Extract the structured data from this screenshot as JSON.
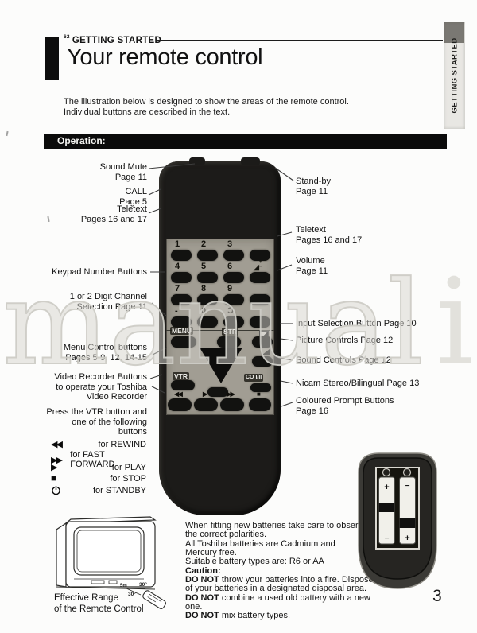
{
  "header": {
    "section_sup": "62",
    "section": "GETTING STARTED",
    "title": "Your remote control",
    "side_tab": "GETTING STARTED",
    "intro": [
      "The illustration below is designed to show the areas of the remote control.",
      "Individual buttons are described in the text."
    ],
    "operation_label": "Operation:"
  },
  "watermark": {
    "word": "manual",
    "tail": "i"
  },
  "remote": {
    "digit_rows": [
      [
        "1",
        "2",
        "3"
      ],
      [
        "4",
        "5",
        "6"
      ],
      [
        "7",
        "8",
        "9"
      ],
      [
        "-",
        "0",
        "Ɔ"
      ]
    ],
    "volume_icon": "◢",
    "volume_plus": "+",
    "volume_minus": "−",
    "menu_label": "MENU",
    "str_label": "STR",
    "vtr_label": "VTR",
    "nicam_label": "CO I/II",
    "transport_symbols": [
      "◀◀",
      "▶",
      "▶▶",
      "■"
    ]
  },
  "left_labels": [
    {
      "lines": [
        "Sound Mute",
        "Page 11"
      ]
    },
    {
      "lines": [
        "CALL",
        "Page 5"
      ]
    },
    {
      "lines": [
        "Teletext",
        "Pages 16 and 17"
      ]
    },
    {
      "lines": [
        "Keypad Number Buttons"
      ]
    },
    {
      "lines": [
        "1 or 2 Digit Channel",
        "Selection Page 11"
      ]
    },
    {
      "lines": [
        "Menu Control buttons",
        "Pages 5-9, 12, 14-15"
      ]
    },
    {
      "lines": [
        "Video Recorder Buttons",
        "to operate your Toshiba",
        "Video Recorder"
      ]
    },
    {
      "lines": [
        "Press the VTR button and",
        "one of the following",
        "buttons"
      ]
    }
  ],
  "right_labels": [
    {
      "lines": [
        "Stand-by",
        "Page 11"
      ]
    },
    {
      "lines": [
        "Teletext",
        "Pages 16 and 17"
      ]
    },
    {
      "lines": [
        "Volume",
        "Page 11"
      ]
    },
    {
      "lines": [
        "Input Selection Button Page 10"
      ]
    },
    {
      "lines": [
        "Picture Controls Page 12"
      ]
    },
    {
      "lines": [
        "Sound Controls Page 12"
      ]
    },
    {
      "lines": [
        "Nicam Stereo/Bilingual Page 13"
      ]
    },
    {
      "lines": [
        "Coloured Prompt Buttons",
        "Page 16"
      ]
    }
  ],
  "vtr_legend": [
    {
      "symbol": "◀◀",
      "label": "for REWIND"
    },
    {
      "symbol": "▶▶",
      "label": "for FAST FORWARD"
    },
    {
      "symbol": "▶",
      "label": "for PLAY"
    },
    {
      "symbol": "■",
      "label": "for STOP"
    },
    {
      "symbol": "standby",
      "label": "for STANDBY"
    }
  ],
  "battery_note": {
    "lines": [
      {
        "b": "",
        "t": "When fitting new batteries take care to observe"
      },
      {
        "b": "",
        "t": "the correct polarities."
      },
      {
        "b": "",
        "t": "All Toshiba batteries are Cadmium and"
      },
      {
        "b": "",
        "t": "Mercury free."
      },
      {
        "b": "",
        "t": "Suitable battery types are: R6 or AA"
      },
      {
        "b": "Caution:",
        "t": ""
      },
      {
        "b": "DO NOT",
        "t": " throw your batteries into a fire. Dispose"
      },
      {
        "b": "",
        "t": "of your batteries in a designated disposal area."
      },
      {
        "b": "DO NOT",
        "t": " combine a used old battery with a new one."
      },
      {
        "b": "DO NOT",
        "t": " mix battery types."
      }
    ]
  },
  "effective_range": {
    "caption": [
      "Effective Range",
      "of the Remote Control"
    ],
    "distance": "5m",
    "angle_left": "30°",
    "angle_right": "30°"
  },
  "battery_diagram": {
    "left_plus": "+",
    "left_minus": "−",
    "right_minus": "−",
    "right_plus": "+"
  },
  "page_number": "3",
  "colors": {
    "remote_body": "#1c1b19",
    "keypad_panel": "#a19d93",
    "tab_bg": "#e8e7e3",
    "watermark": "#e2e1dc"
  }
}
